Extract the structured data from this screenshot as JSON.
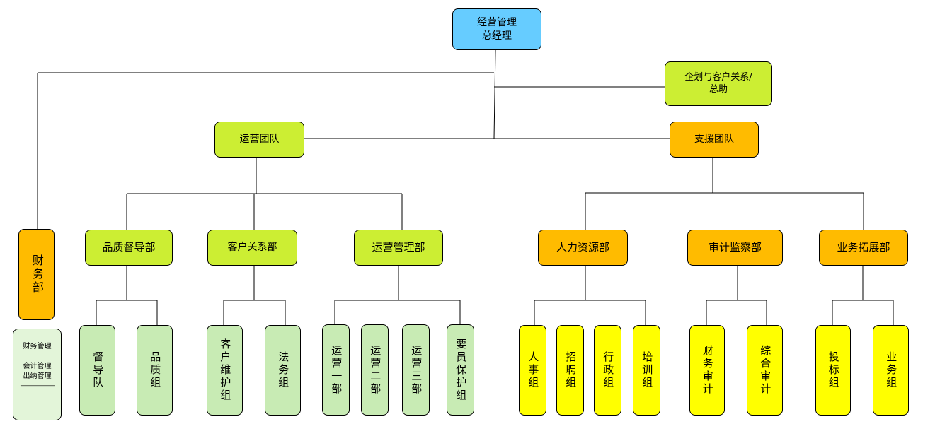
{
  "root": {
    "line1": "经营管理",
    "line2": "总经理"
  },
  "assistant": {
    "line1": "企划与客户关系/",
    "line2": "总助"
  },
  "finance_dept": {
    "label": "财务部"
  },
  "finance_sub": {
    "items": [
      "财务管理",
      "会计管理",
      "出纳管理"
    ],
    "dash": "——————"
  },
  "teams": {
    "operations": {
      "label": "运营团队"
    },
    "support": {
      "label": "支援团队"
    }
  },
  "departments": {
    "quality": {
      "label": "品质督导部"
    },
    "customer": {
      "label": "客户关系部"
    },
    "opsmgmt": {
      "label": "运营管理部"
    },
    "hr": {
      "label": "人力资源部"
    },
    "audit": {
      "label": "审计监察部"
    },
    "business": {
      "label": "业务拓展部"
    }
  },
  "groups": {
    "supervision": "督导队",
    "quality_group": "品质组",
    "customer_maint": "客户维护组",
    "legal": "法务组",
    "ops1": "运营一部",
    "ops2": "运营二部",
    "ops3": "运营三部",
    "vip": "要员保护组",
    "personnel": "人事组",
    "recruit": "招聘组",
    "admin": "行政组",
    "training": "培训组",
    "fin_audit": "财务审计",
    "comp_audit": "综合审计",
    "bidding": "投标组",
    "biz_group": "业务组"
  },
  "colors": {
    "root": "#66ccff",
    "operations_branch": "#ccee33",
    "support_branch": "#ffbb00",
    "support_groups": "#ffff00",
    "operations_groups": "#c8ebb4",
    "finance_sub": "#e3f5d9"
  }
}
